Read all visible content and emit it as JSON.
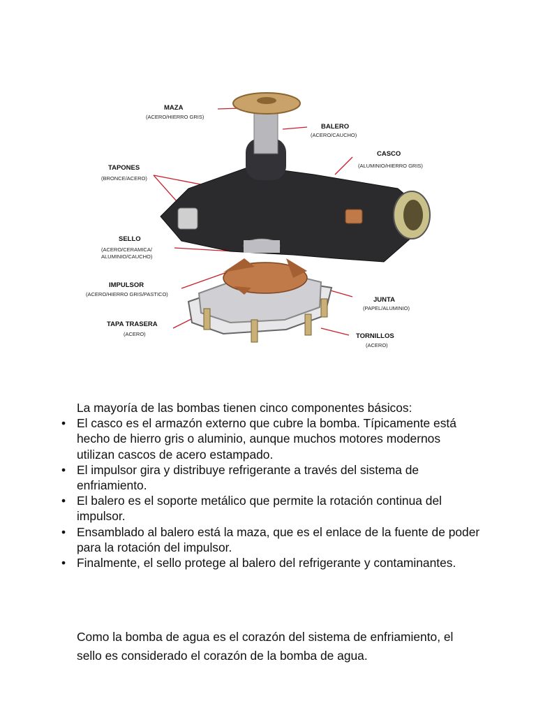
{
  "diagram": {
    "labels": [
      {
        "id": "maza",
        "name": "MAZA",
        "material": "(ACERO/HIERRO GRIS)"
      },
      {
        "id": "balero",
        "name": "BALERO",
        "material": "(ACERO/CAUCHO)"
      },
      {
        "id": "casco",
        "name": "CASCO",
        "material": "(ALUMINIO/HIERRO GRIS)"
      },
      {
        "id": "tapones",
        "name": "TAPONES",
        "material": "(BRONCE/ACERO)"
      },
      {
        "id": "sello",
        "name": "SELLO",
        "material": "(ACERO/CERAMICA/",
        "material2": "ALUMINIO/CAUCHO)"
      },
      {
        "id": "impulsor",
        "name": "IMPULSOR",
        "material": "(ACERO/HIERRO GRIS/PASTICO)"
      },
      {
        "id": "junta",
        "name": "JUNTA",
        "material": "(PAPEL/ALUMINIO)"
      },
      {
        "id": "tapa",
        "name": "TAPA TRASERA",
        "material": "(ACERO)"
      },
      {
        "id": "tornillos",
        "name": "TORNILLOS",
        "material": "(ACERO)"
      }
    ],
    "colors": {
      "leader": "#c8202a",
      "housing": "#2b2b2e",
      "copper": "#c07a4a",
      "steel": "#b8b8bc"
    }
  },
  "intro": "La mayoría de las bombas tienen cinco componentes básicos:",
  "bullets": [
    "El casco es el armazón externo que cubre la bomba. Típicamente está hecho de hierro gris o aluminio, aunque muchos motores modernos utilizan cascos de acero estampado.",
    "El impulsor gira y distribuye refrigerante a través del sistema de enfriamiento.",
    "El balero es el soporte metálico que permite la rotación continua del impulsor.",
    "Ensamblado al balero está la maza, que es el enlace de la fuente de poder para la rotación del impulsor.",
    "Finalmente, el sello protege al balero del refrigerante y contaminantes."
  ],
  "bullet_symbol": "•",
  "closing": "Como la bomba de agua es el corazón del sistema de enfriamiento, el sello es considerado el corazón de la bomba de agua."
}
